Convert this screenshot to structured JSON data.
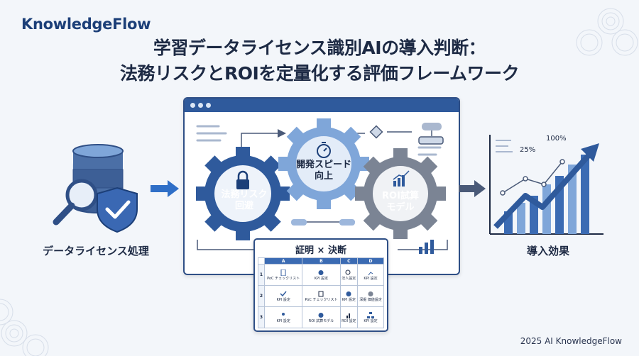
{
  "brand": "KnowledgeFlow",
  "title_line1": "学習データライセンス識別AIの導入判断：",
  "title_line2": "法務リスクとROIを定量化する評価フレームワーク",
  "left_caption": "データライセンス処理",
  "right_caption": "導入効果",
  "gears": {
    "legal": "法務リスク\n回避",
    "speed": "開発スピード\n向上",
    "roi": "ROI試算\nモデル"
  },
  "table": {
    "title": "証明 × 決断",
    "columns": [
      "A",
      "B",
      "C",
      "D"
    ],
    "rows": [
      {
        "num": "1",
        "cells": [
          "PoC チェックリスト",
          "KPI 設定",
          "法人設定",
          "KPI 設定"
        ]
      },
      {
        "num": "2",
        "cells": [
          "KPI 設定",
          "PoC チェックリスト",
          "KPI 設定",
          "深掘 価値設定"
        ]
      },
      {
        "num": "3",
        "cells": [
          "KPI 設定",
          "ROI 試算モデル",
          "ROI 設定",
          "KPI 設定"
        ]
      }
    ]
  },
  "chart_pct": {
    "low": "25%",
    "high": "100%"
  },
  "footer": "2025 AI KnowledgeFlow",
  "colors": {
    "navy": "#1c3f78",
    "blue": "#2f5a9c",
    "light_blue": "#7fa6d9",
    "gray_gear": "#7b8494"
  }
}
